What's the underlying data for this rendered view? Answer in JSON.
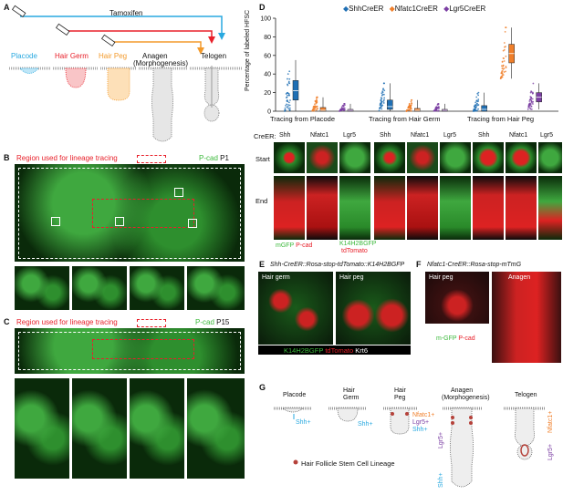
{
  "panels": {
    "A": {
      "letter": "A",
      "tamoxifen": "Tamoxifen",
      "stages": [
        "Placode",
        "Hair Germ",
        "Hair Peg",
        "Anagen",
        "(Morphogenesis)",
        "Telogen"
      ],
      "colors": {
        "placode": "#29a9e0",
        "germ": "#e8202a",
        "peg": "#f39a2b",
        "gray": "#888888"
      }
    },
    "B": {
      "letter": "B",
      "region_label": "Region used for lineage tracing",
      "marker": "P-cad",
      "age": "P1"
    },
    "C": {
      "letter": "C",
      "region_label": "Region used for lineage tracing",
      "marker": "P-cad",
      "age": "P15"
    },
    "D": {
      "letter": "D",
      "legend": [
        "ShhCreER",
        "Nfatc1CreER",
        "Lgr5CreER"
      ],
      "legend_colors": [
        "#1f6fb4",
        "#f07f2a",
        "#7b3ea3"
      ],
      "ylabel": "Percentage of labeled HFSC",
      "groups": [
        "Tracing from Placode",
        "Tracing from Hair Germ",
        "Tracing from Hair Peg"
      ],
      "creer_label": "CreER:",
      "columns": [
        "Shh",
        "Nfatc1",
        "Lgr5"
      ],
      "rows": [
        "Start",
        "End"
      ],
      "bottom_labels": {
        "mgfp": "mGFP",
        "pcad": "P-cad",
        "k14": "K14H2BGFP",
        "tdt": "tdTomato"
      }
    },
    "E": {
      "letter": "E",
      "title": "Shh-CreER::Rosa-stop-tdTomato::K14H2BGFP",
      "sub1": "Hair germ",
      "sub2": "Hair peg",
      "bar_k14": "K14H2BGFP",
      "bar_tdt": "tdTomato",
      "bar_krt6": "Krt6"
    },
    "F": {
      "letter": "F",
      "title": "Nfatc1-CreER::Rosa-stop-mTmG",
      "sub1": "Hair peg",
      "sub2": "Anagen",
      "mgfp": "m-GFP",
      "pcad": "P-cad"
    },
    "G": {
      "letter": "G",
      "stages": [
        "Placode",
        "Hair",
        "Germ",
        "Hair",
        "Peg",
        "Anagen",
        "(Morphogenesis)",
        "Telogen"
      ],
      "shh": "Shh+",
      "nfatc1": "Nfatc1+",
      "lgr5": "Lgr5+",
      "legend": "Hair Follicle Stem Cell Lineage"
    }
  },
  "chart_data": {
    "type": "scatter",
    "ylabel": "Percentage of labeled HFSC",
    "ylim": [
      0,
      100
    ],
    "yticks": [
      0,
      20,
      40,
      60,
      80,
      100
    ],
    "groups": [
      "Tracing from Placode",
      "Tracing from Hair Germ",
      "Tracing from Hair Peg"
    ],
    "series": [
      {
        "name": "ShhCreER",
        "medians": [
          22,
          5,
          2
        ],
        "q1": [
          12,
          2,
          0
        ],
        "q3": [
          33,
          12,
          6
        ],
        "whisk_lo": [
          0,
          0,
          0
        ],
        "whisk_hi": [
          55,
          30,
          20
        ]
      },
      {
        "name": "Nfatc1CreER",
        "medians": [
          1,
          1,
          62
        ],
        "q1": [
          0,
          0,
          52
        ],
        "q3": [
          4,
          3,
          72
        ],
        "whisk_lo": [
          0,
          0,
          35
        ],
        "whisk_hi": [
          15,
          12,
          90
        ]
      },
      {
        "name": "Lgr5CreER",
        "medians": [
          1,
          1,
          15
        ],
        "q1": [
          0,
          0,
          10
        ],
        "q3": [
          2,
          2,
          20
        ],
        "whisk_lo": [
          0,
          0,
          2
        ],
        "whisk_hi": [
          8,
          8,
          30
        ]
      }
    ]
  }
}
